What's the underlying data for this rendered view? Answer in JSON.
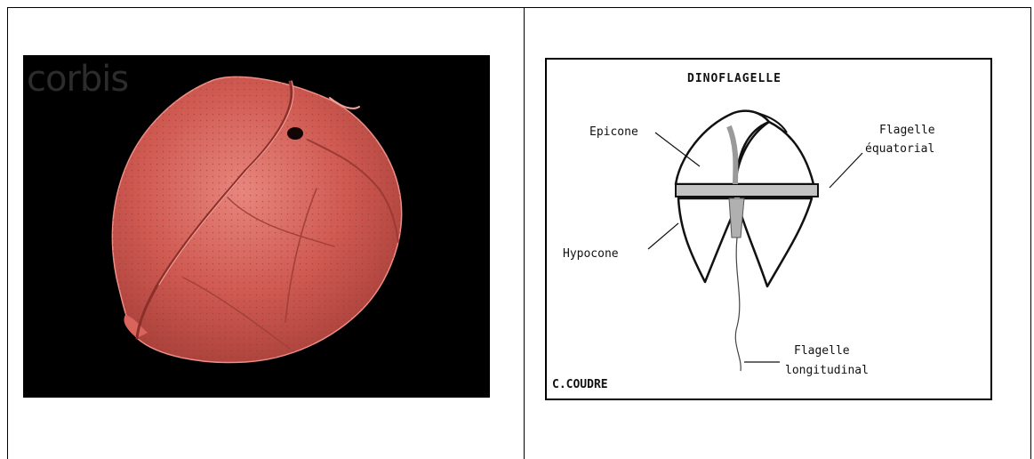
{
  "left_panel": {
    "watermark": "corbis"
  },
  "right_panel": {
    "title": "DINOFLAGELLE",
    "labels": {
      "epicone": "Epicone",
      "hypocone": "Hypocone",
      "flagelle_eq_line1": "Flagelle",
      "flagelle_eq_line2": "équatorial",
      "flagelle_long_line1": "Flagelle",
      "flagelle_long_line2": "longitudinal"
    },
    "credit": "C.COUDRE"
  },
  "colors": {
    "cell_red": "#c94f48",
    "cell_highlight": "#e88078",
    "photo_background": "#000000",
    "groove_gray": "#b5b5b5"
  }
}
